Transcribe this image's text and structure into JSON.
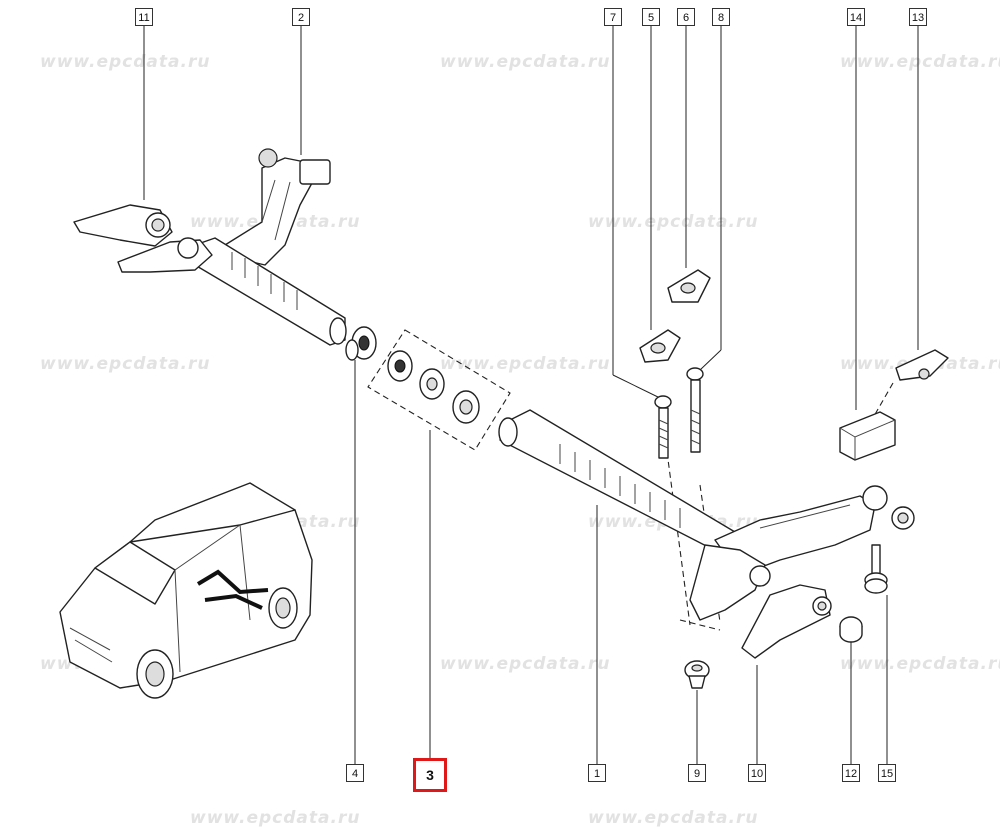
{
  "watermark": "www.epcdata.ru",
  "selected_part": "3",
  "callouts": {
    "c11": "11",
    "c2": "2",
    "c7": "7",
    "c5": "5",
    "c6": "6",
    "c8": "8",
    "c14": "14",
    "c13": "13",
    "c4": "4",
    "c3": "3",
    "c1": "1",
    "c9": "9",
    "c10": "10",
    "c12": "12",
    "c15": "15"
  },
  "colors": {
    "highlight": "#e01818",
    "watermark": "#e2e2e2",
    "line": "#222222"
  }
}
